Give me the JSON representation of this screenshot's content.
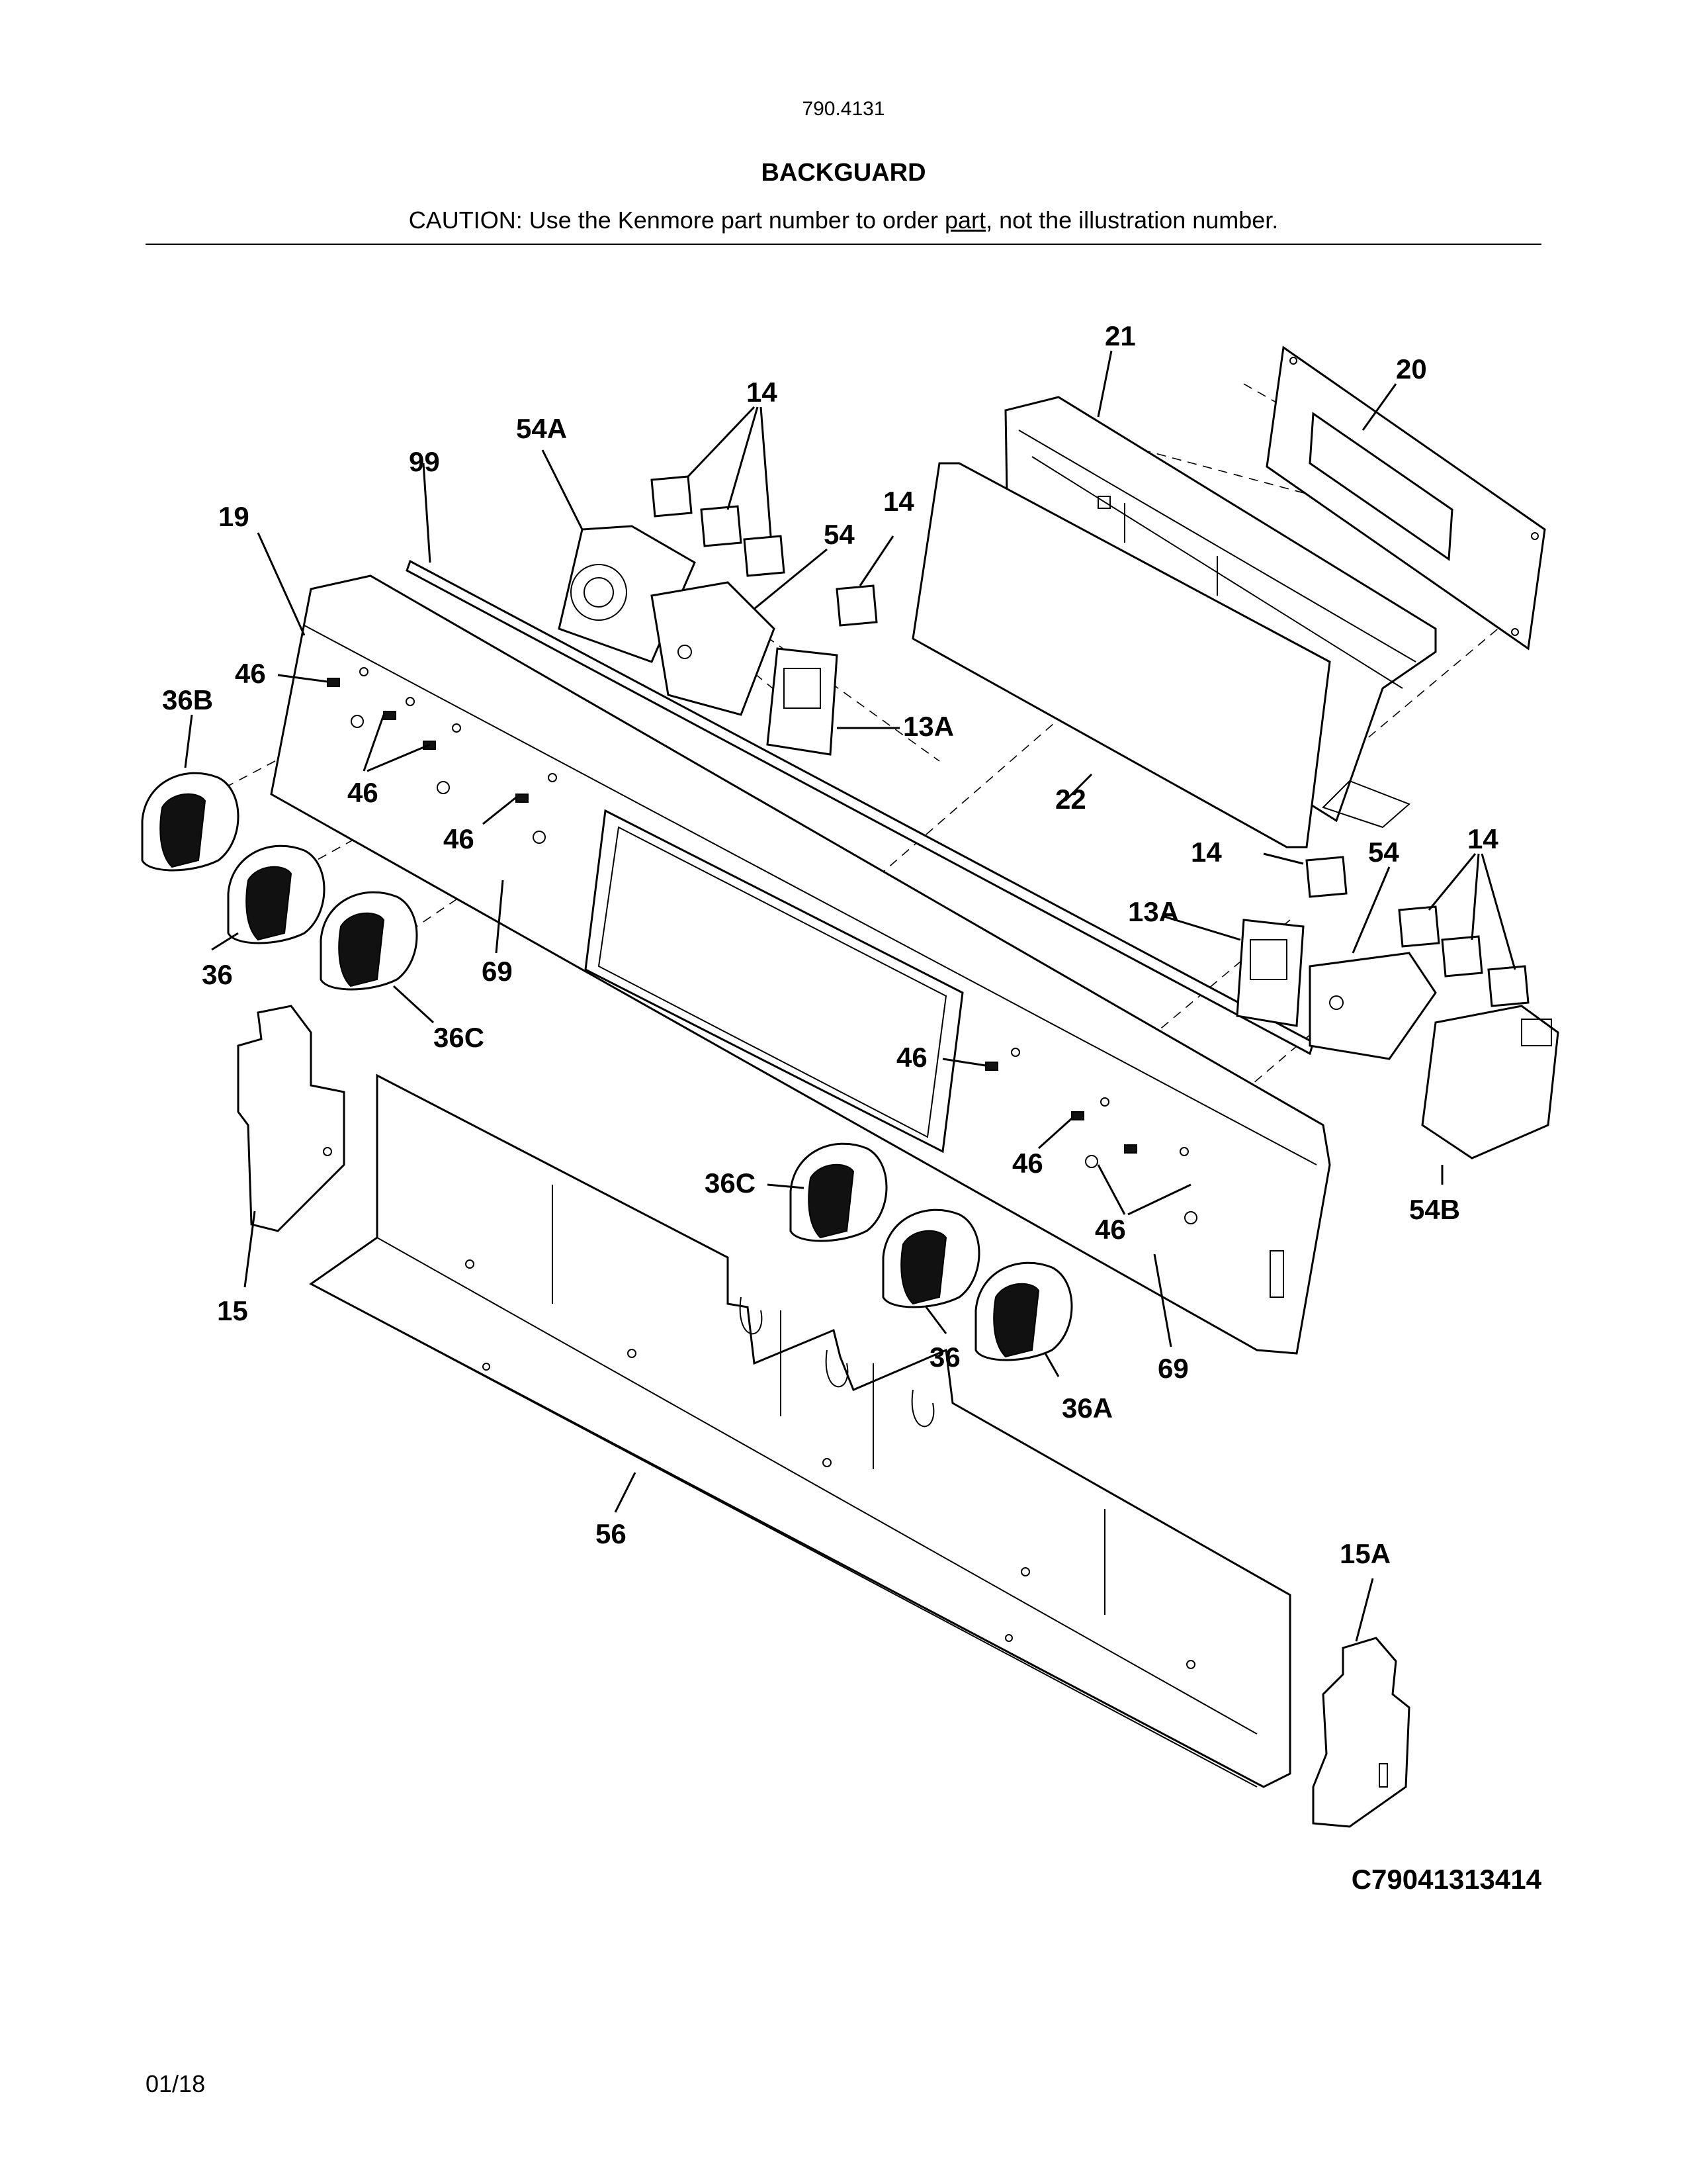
{
  "header": {
    "model_number": "790.4131",
    "title": "BACKGUARD",
    "caution_prefix": "CAUTION: Use the Kenmore part number to order ",
    "caution_underlined": "part",
    "caution_suffix": ", not the illustration number."
  },
  "callouts": {
    "c21": "21",
    "c20": "20",
    "c14a": "14",
    "c54a": "54A",
    "c99": "99",
    "c14b": "14",
    "c54a_top": "54",
    "c19": "19",
    "c46a": "46",
    "c36b": "36B",
    "c13a_top": "13A",
    "c46b": "46",
    "c46c": "46",
    "c22": "22",
    "c14c": "14",
    "c54b": "54",
    "c14d": "14",
    "c13a_right": "13A",
    "c69a": "69",
    "c36": "36",
    "c36c_left": "36C",
    "c46d": "46",
    "c46e": "46",
    "c36c_mid": "36C",
    "c46f": "46",
    "c54b_lbl": "54B",
    "c15": "15",
    "c36_right": "36",
    "c69b": "69",
    "c36a": "36A",
    "c56": "56",
    "c15a": "15A"
  },
  "footer": {
    "illustration_code": "C79041313414",
    "date": "01/18"
  }
}
